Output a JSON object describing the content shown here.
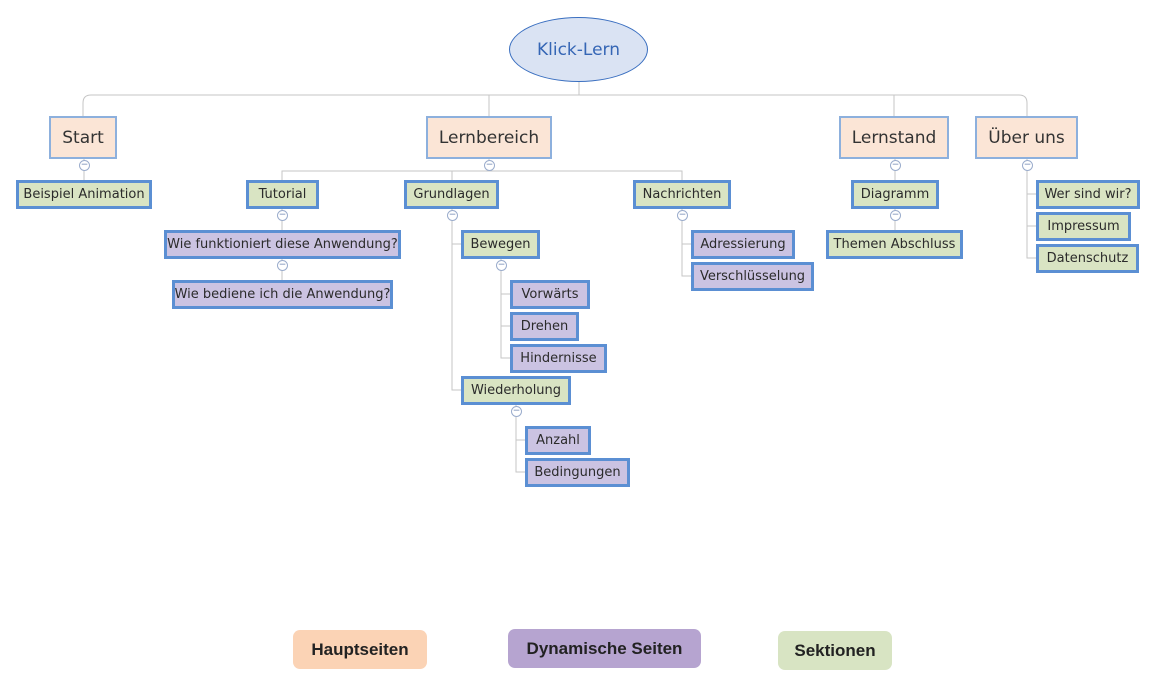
{
  "root": {
    "label": "Klick-Lern"
  },
  "main_pages": {
    "start": "Start",
    "lernbereich": "Lernbereich",
    "lernstand": "Lernstand",
    "ueber_uns": "Über uns"
  },
  "start": {
    "beispiel_animation": "Beispiel Animation"
  },
  "lernbereich": {
    "tutorial": "Tutorial",
    "tutorial_items": [
      "Wie funktioniert diese Anwendung?",
      "Wie bediene ich die Anwendung?"
    ],
    "grundlagen": "Grundlagen",
    "bewegen": "Bewegen",
    "bewegen_items": [
      "Vorwärts",
      "Drehen",
      "Hindernisse"
    ],
    "wiederholung": "Wiederholung",
    "wiederholung_items": [
      "Anzahl",
      "Bedingungen"
    ],
    "nachrichten": "Nachrichten",
    "nachrichten_items": [
      "Adressierung",
      "Verschlüsselung"
    ]
  },
  "lernstand": {
    "diagramm": "Diagramm",
    "themen_abschluss": "Themen Abschluss"
  },
  "ueber_uns": {
    "items": [
      "Wer sind wir?",
      "Impressum",
      "Datenschutz"
    ]
  },
  "legend": {
    "hauptseiten": "Hauptseiten",
    "dynamische_seiten": "Dynamische Seiten",
    "sektionen": "Sektionen"
  },
  "colors": {
    "hauptseiten": "#fbd3b5",
    "dynamische_seiten": "#b6a4d0",
    "sektionen": "#d8e4c3",
    "node_border": "#5b8fd3",
    "connector": "#c6c6c6"
  },
  "icons": {
    "collapse": "minus-circle-icon"
  }
}
